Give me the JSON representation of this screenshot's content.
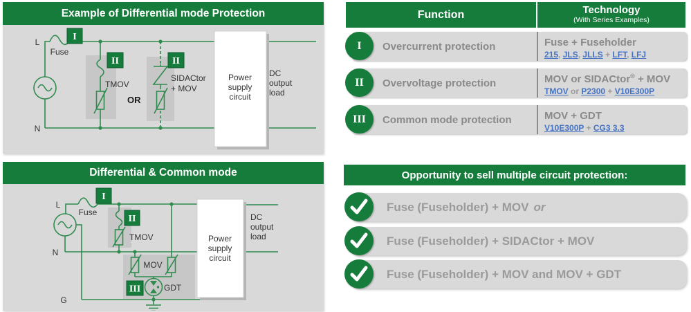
{
  "colors": {
    "accent_green": "#167c3c",
    "wire_green": "#2f8b4e",
    "link_blue": "#4472c4",
    "panel_gray": "#d9d9d9",
    "text_gray": "#8a8a8a"
  },
  "diagram_top": {
    "title": "Example of Differential mode Protection",
    "badges": {
      "fuse": "I",
      "tmov": "II",
      "sidactor": "II"
    },
    "labels": {
      "line_l": "L",
      "line_n": "N",
      "fuse": "Fuse",
      "tmov": "TMOV",
      "or": "OR",
      "sidactor_1": "SIDACtor",
      "sidactor_2": "+ MOV",
      "power_box": [
        "Power",
        "supply",
        "circuit"
      ],
      "dc_load": [
        "DC",
        "output",
        "load"
      ]
    }
  },
  "diagram_bottom": {
    "title": "Differential & Common mode",
    "badges": {
      "fuse": "I",
      "tmov": "II",
      "gdt": "III"
    },
    "labels": {
      "line_l": "L",
      "line_n": "N",
      "line_g": "G",
      "fuse": "Fuse",
      "tmov": "TMOV",
      "mov": "MOV",
      "gdt": "GDT",
      "power_box": [
        "Power",
        "supply",
        "circuit"
      ],
      "dc_load": [
        "DC",
        "output",
        "load"
      ]
    }
  },
  "function_table": {
    "header": {
      "function": "Function",
      "technology": "Technology",
      "technology_sub": "(With Series Examples)"
    },
    "rows": [
      {
        "numeral": "I",
        "function": "Overcurrent protection",
        "title_pre": "Fuse + Fuseholder",
        "title_sup": "",
        "title_post": "",
        "tech_parts": [
          {
            "t": "215",
            "link": true
          },
          {
            "t": ", ",
            "link": false
          },
          {
            "t": "JLS",
            "link": true
          },
          {
            "t": ", ",
            "link": false
          },
          {
            "t": "JLLS",
            "link": true
          },
          {
            "t": " + ",
            "link": false
          },
          {
            "t": "LFT",
            "link": true
          },
          {
            "t": ", ",
            "link": false
          },
          {
            "t": "LFJ",
            "link": true
          }
        ]
      },
      {
        "numeral": "II",
        "function": "Overvoltage protection",
        "title_pre": "MOV or SIDACtor",
        "title_sup": "®",
        "title_post": " + MOV",
        "tech_parts": [
          {
            "t": "TMOV",
            "link": true
          },
          {
            "t": " or ",
            "link": false
          },
          {
            "t": "P2300",
            "link": true
          },
          {
            "t": " + ",
            "link": false
          },
          {
            "t": "V10E300P",
            "link": true
          }
        ]
      },
      {
        "numeral": "III",
        "function": "Common mode protection",
        "title_pre": "MOV + GDT",
        "title_sup": "",
        "title_post": "",
        "tech_parts": [
          {
            "t": "V10E300P",
            "link": true
          },
          {
            "t": " + ",
            "link": false
          },
          {
            "t": "CG3 3.3",
            "link": true
          }
        ]
      }
    ]
  },
  "opportunity": {
    "title": "Opportunity to sell multiple circuit protection:",
    "items": [
      {
        "text": "Fuse (Fuseholder) + MOV",
        "suffix_italic": "or"
      },
      {
        "text": "Fuse (Fuseholder) + SIDACtor + MOV",
        "suffix_italic": ""
      },
      {
        "text": "Fuse (Fuseholder) + MOV and MOV + GDT",
        "suffix_italic": ""
      }
    ]
  }
}
